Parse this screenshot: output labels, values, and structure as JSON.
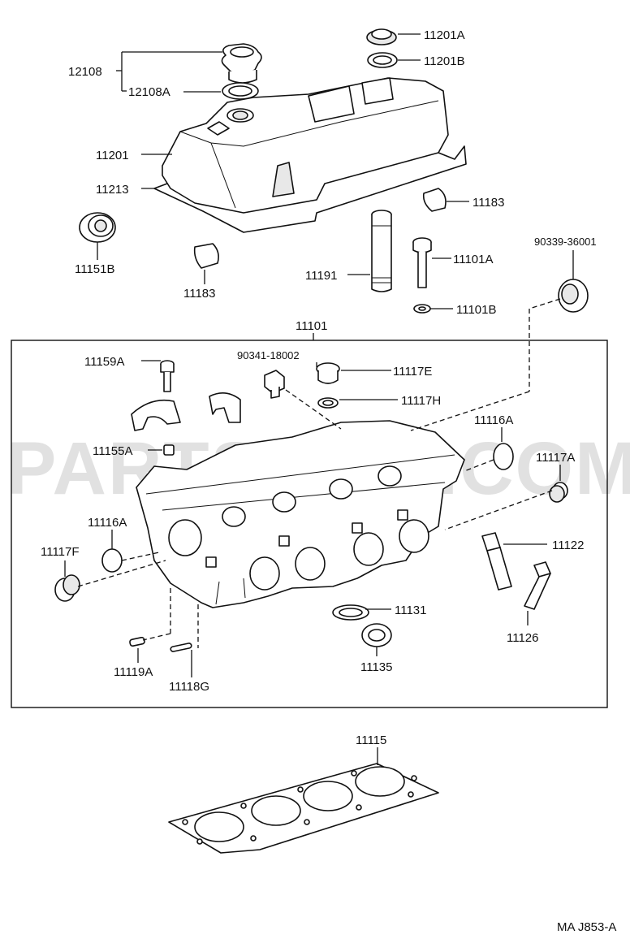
{
  "watermark": "PARTSOUQ.COM",
  "figure_code": "MA J853-A",
  "labels": {
    "p12108": "12108",
    "p12108A": "12108A",
    "p11201A": "11201A",
    "p11201B": "11201B",
    "p11201": "11201",
    "p11213": "11213",
    "p11183a": "11183",
    "p11183b": "11183",
    "p11151B": "11151B",
    "p11191": "11191",
    "p11101A": "11101A",
    "p11101B": "11101B",
    "p90339": "90339-36001",
    "p11101": "11101",
    "p11159A": "11159A",
    "p90341": "90341-18002",
    "p11117E": "11117E",
    "p11117H": "11117H",
    "p11116A_r": "11116A",
    "p11155A": "11155A",
    "p11117A": "11117A",
    "p11116A_l": "11116A",
    "p11117F": "11117F",
    "p11122": "11122",
    "p11131": "11131",
    "p11126": "11126",
    "p11135": "11135",
    "p11119A": "11119A",
    "p11118G": "11118G",
    "p11115": "11115"
  }
}
